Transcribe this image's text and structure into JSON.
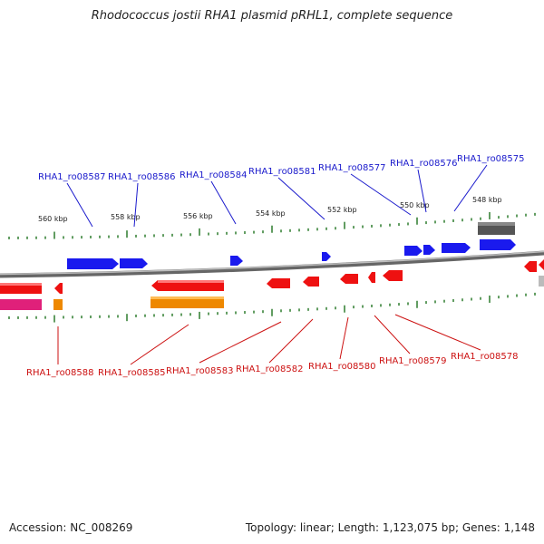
{
  "title": "Rhodococcus jostii RHA1 plasmid pRHL1, complete sequence",
  "footer": {
    "accession": "Accession: NC_008269",
    "summary": "Topology: linear; Length: 1,123,075 bp; Genes: 1,148"
  },
  "colors": {
    "top_label": "#1a1acc",
    "bottom_label": "#cc1111",
    "top_gene": "#1a1aee",
    "bottom_gene": "#ee1111",
    "pink_gene": "#e0207a",
    "orange_gene": "#ee8800",
    "gray_gene": "#555555",
    "axis_line": "#777777",
    "tick": "#2e7d2e"
  },
  "ticks": [
    "560 kbp",
    "558 kbp",
    "556 kbp",
    "554 kbp",
    "552 kbp",
    "550 kbp",
    "548 kbp"
  ],
  "top_gene_labels": [
    "RHA1_ro08587",
    "RHA1_ro08586",
    "RHA1_ro08584",
    "RHA1_ro08581",
    "RHA1_ro08577",
    "RHA1_ro08576",
    "RHA1_ro08575"
  ],
  "bottom_gene_labels": [
    "RHA1_ro08588",
    "RHA1_ro08585",
    "RHA1_ro08583",
    "RHA1_ro08582",
    "RHA1_ro08580",
    "RHA1_ro08579",
    "RHA1_ro08578"
  ]
}
